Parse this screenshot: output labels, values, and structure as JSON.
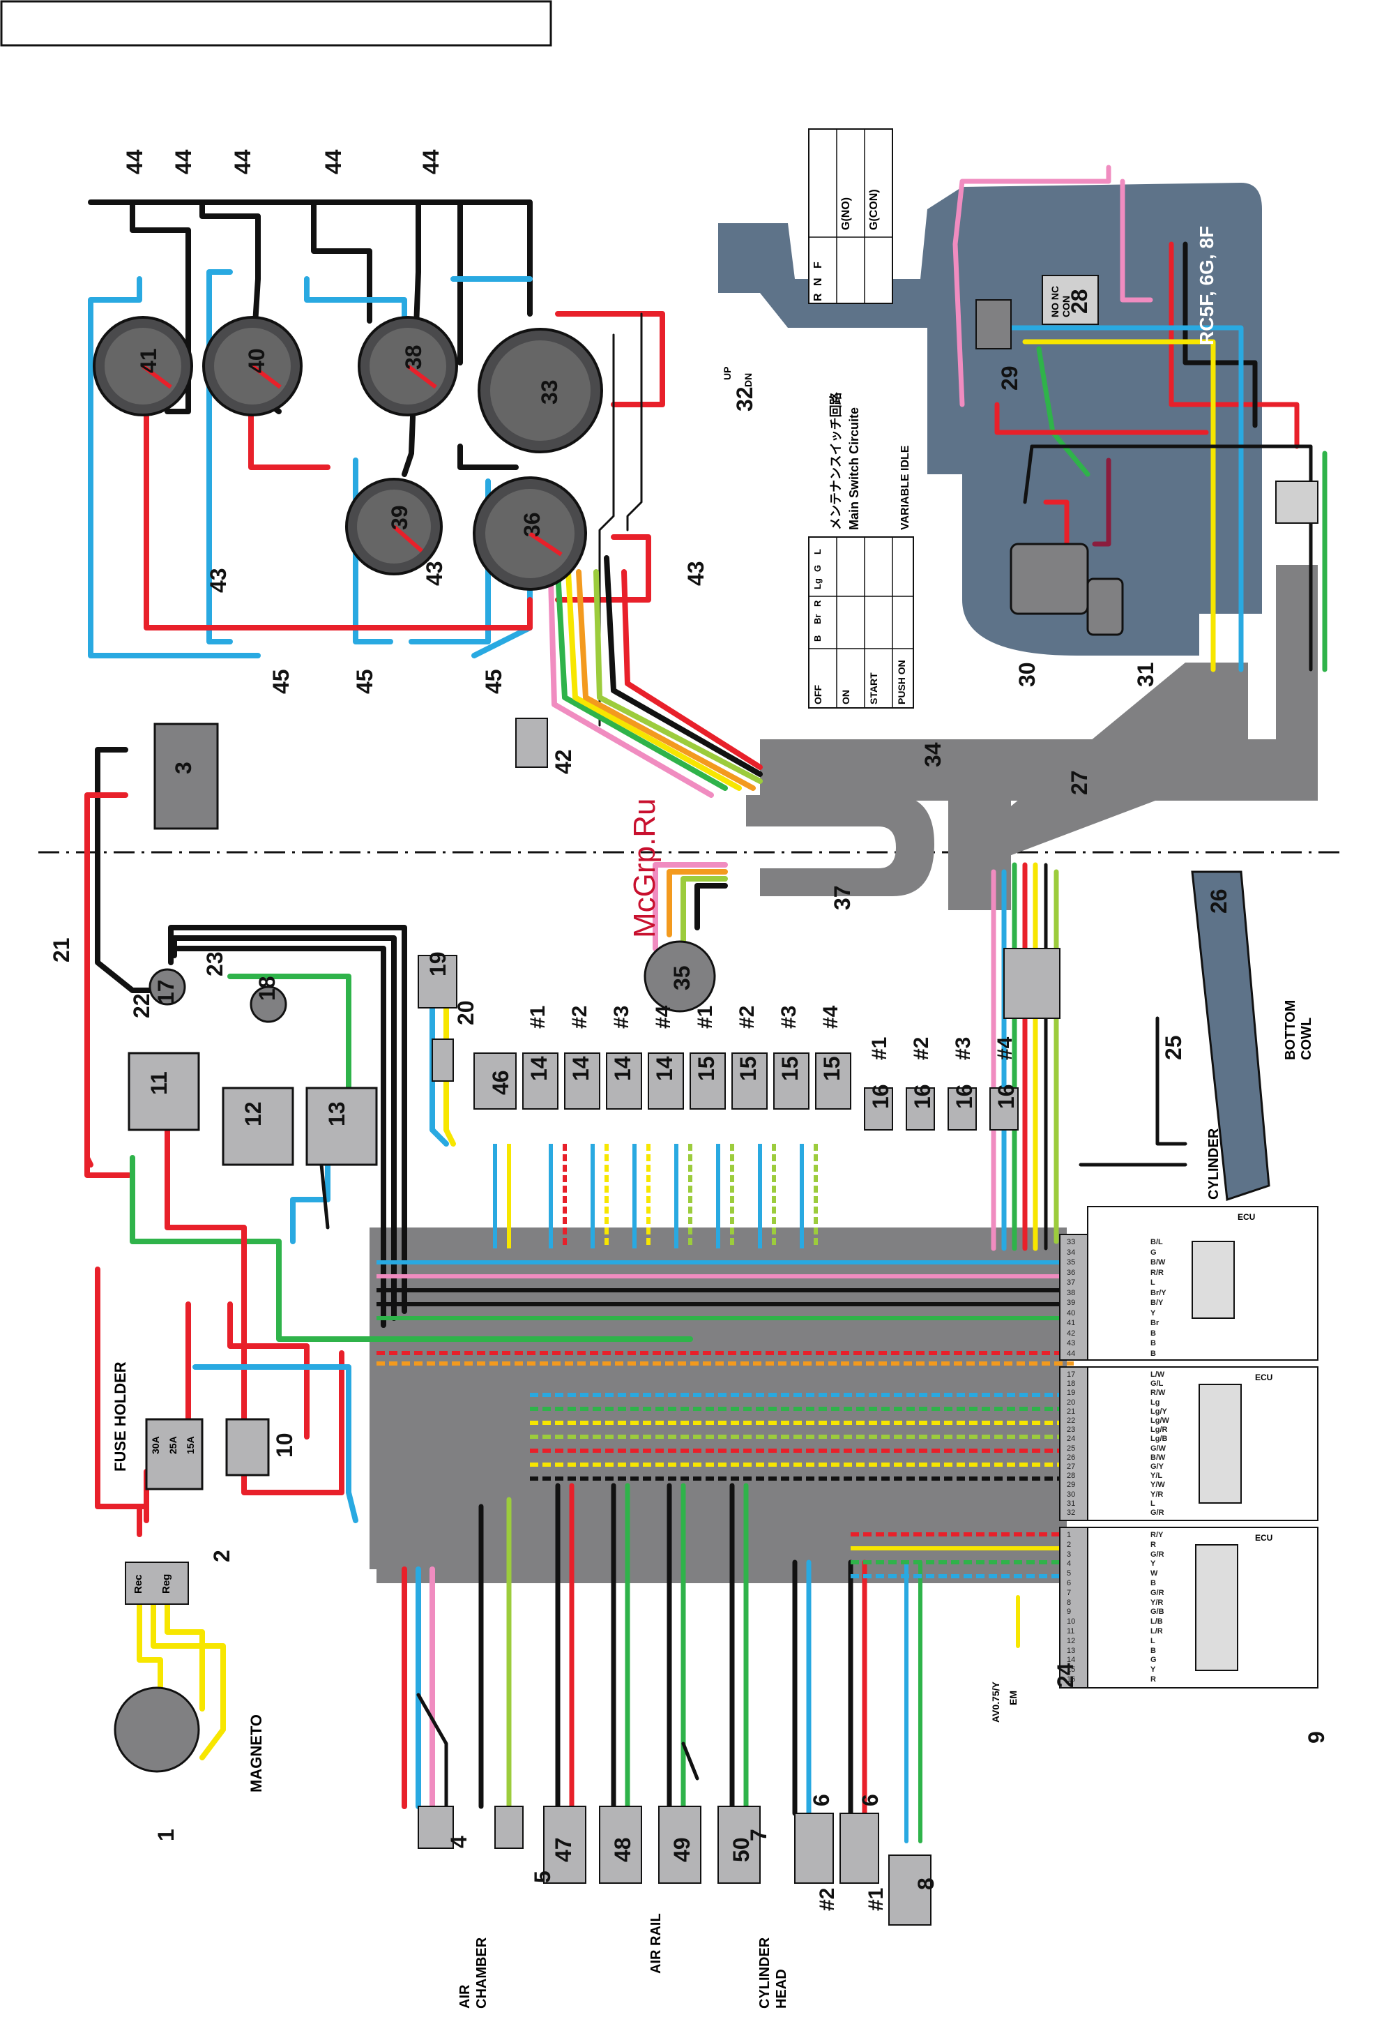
{
  "watermark": "McGrp.Ru",
  "title_box": "",
  "callout_numbers": [
    "1",
    "2",
    "3",
    "4",
    "5",
    "6",
    "6",
    "7",
    "8",
    "9",
    "10",
    "11",
    "12",
    "13",
    "14",
    "14",
    "14",
    "14",
    "15",
    "15",
    "15",
    "15",
    "16",
    "16",
    "16",
    "16",
    "17",
    "18",
    "19",
    "20",
    "21",
    "22",
    "23",
    "24",
    "25",
    "26",
    "27",
    "28",
    "29",
    "30",
    "31",
    "32",
    "33",
    "34",
    "35",
    "36",
    "37",
    "38",
    "39",
    "40",
    "41",
    "42",
    "43",
    "43",
    "43",
    "44",
    "44",
    "44",
    "44",
    "44",
    "45",
    "45",
    "45",
    "46",
    "47",
    "48",
    "49",
    "50"
  ],
  "cylinder_labels": {
    "c14": [
      "#1",
      "#2",
      "#3",
      "#4"
    ],
    "c15": [
      "#1",
      "#2",
      "#3",
      "#4"
    ],
    "c16": [
      "#1",
      "#2",
      "#3",
      "#4"
    ],
    "c6": [
      "#2",
      "#1"
    ]
  },
  "text_labels": {
    "magneto": "MAGNETO",
    "fuse_holder": "FUSE HOLDER",
    "fuse_ratings": [
      "30A",
      "25A",
      "15A"
    ],
    "rec": "Rec",
    "reg": "Reg",
    "air_chamber": "AIR\nCHAMBER",
    "air_rail": "AIR RAIL",
    "cylinder_head": "CYLINDER\nHEAD",
    "cylinder": "CYLINDER",
    "bottom_cowl": "BOTTOM COWL",
    "ecu": "ECU",
    "model": "RC5F, 6G, 8F",
    "no_nc_con": "NO NC\nCON",
    "main_switch_jp": "メンテナンスイッチ回路",
    "main_switch_en": "Main Switch Circuite",
    "variable_idle": "VARIABLE IDLE",
    "em": "EM",
    "av": "AV0.75/Y",
    "up": "UP",
    "dn": "DN"
  },
  "gear_table": {
    "headers": [
      "G(NO)",
      "G(CON)"
    ],
    "rows": [
      "F",
      "N",
      "R"
    ]
  },
  "switch_table": {
    "headers": [
      "B",
      "Br",
      "R",
      "Lg",
      "G",
      "L"
    ],
    "rows": [
      "OFF",
      "ON",
      "START",
      "PUSH ON"
    ]
  },
  "ecu_connector_a": {
    "pins": [
      "33",
      "34",
      "35",
      "36",
      "37",
      "38",
      "39",
      "40",
      "41",
      "42",
      "43",
      "44"
    ],
    "wires": [
      "B/L",
      "G",
      "B/W",
      "R/R",
      "L",
      "Br/Y",
      "B/Y",
      "Y",
      "Br",
      "B",
      "B",
      "B"
    ]
  },
  "ecu_connector_b": {
    "pins": [
      "17",
      "18",
      "19",
      "20",
      "21",
      "22",
      "23",
      "24",
      "25",
      "26",
      "27",
      "28",
      "29",
      "30",
      "31",
      "32"
    ],
    "wires": [
      "L/W",
      "G/L",
      "R/W",
      "Lg",
      "Lg/Y",
      "Lg/W",
      "Lg/R",
      "Lg/B",
      "G/W",
      "B/W",
      "G/Y",
      "Y/L",
      "Y/W",
      "Y/R",
      "L",
      "G/R"
    ]
  },
  "ecu_connector_c": {
    "pins": [
      "1",
      "2",
      "3",
      "4",
      "5",
      "6",
      "7",
      "8",
      "9",
      "10",
      "11",
      "12",
      "13",
      "14",
      "15",
      "16"
    ],
    "wires": [
      "R/Y",
      "R",
      "G/R",
      "Y",
      "W",
      "B",
      "G/R",
      "Y/R",
      "G/B",
      "L/B",
      "L/R",
      "L",
      "B",
      "G",
      "Y",
      "R"
    ]
  },
  "wire_colors": {
    "red": "#e8202a",
    "blue": "#29a9e1",
    "yellow": "#f7e600",
    "green": "#2fb34a",
    "black": "#111111",
    "pink": "#f08cc0",
    "orange": "#f39a1e",
    "lightgreen": "#9ccc3c",
    "harness": "#808082",
    "engine_bg": "#5e7389",
    "gauge": "#4a4a4c"
  }
}
